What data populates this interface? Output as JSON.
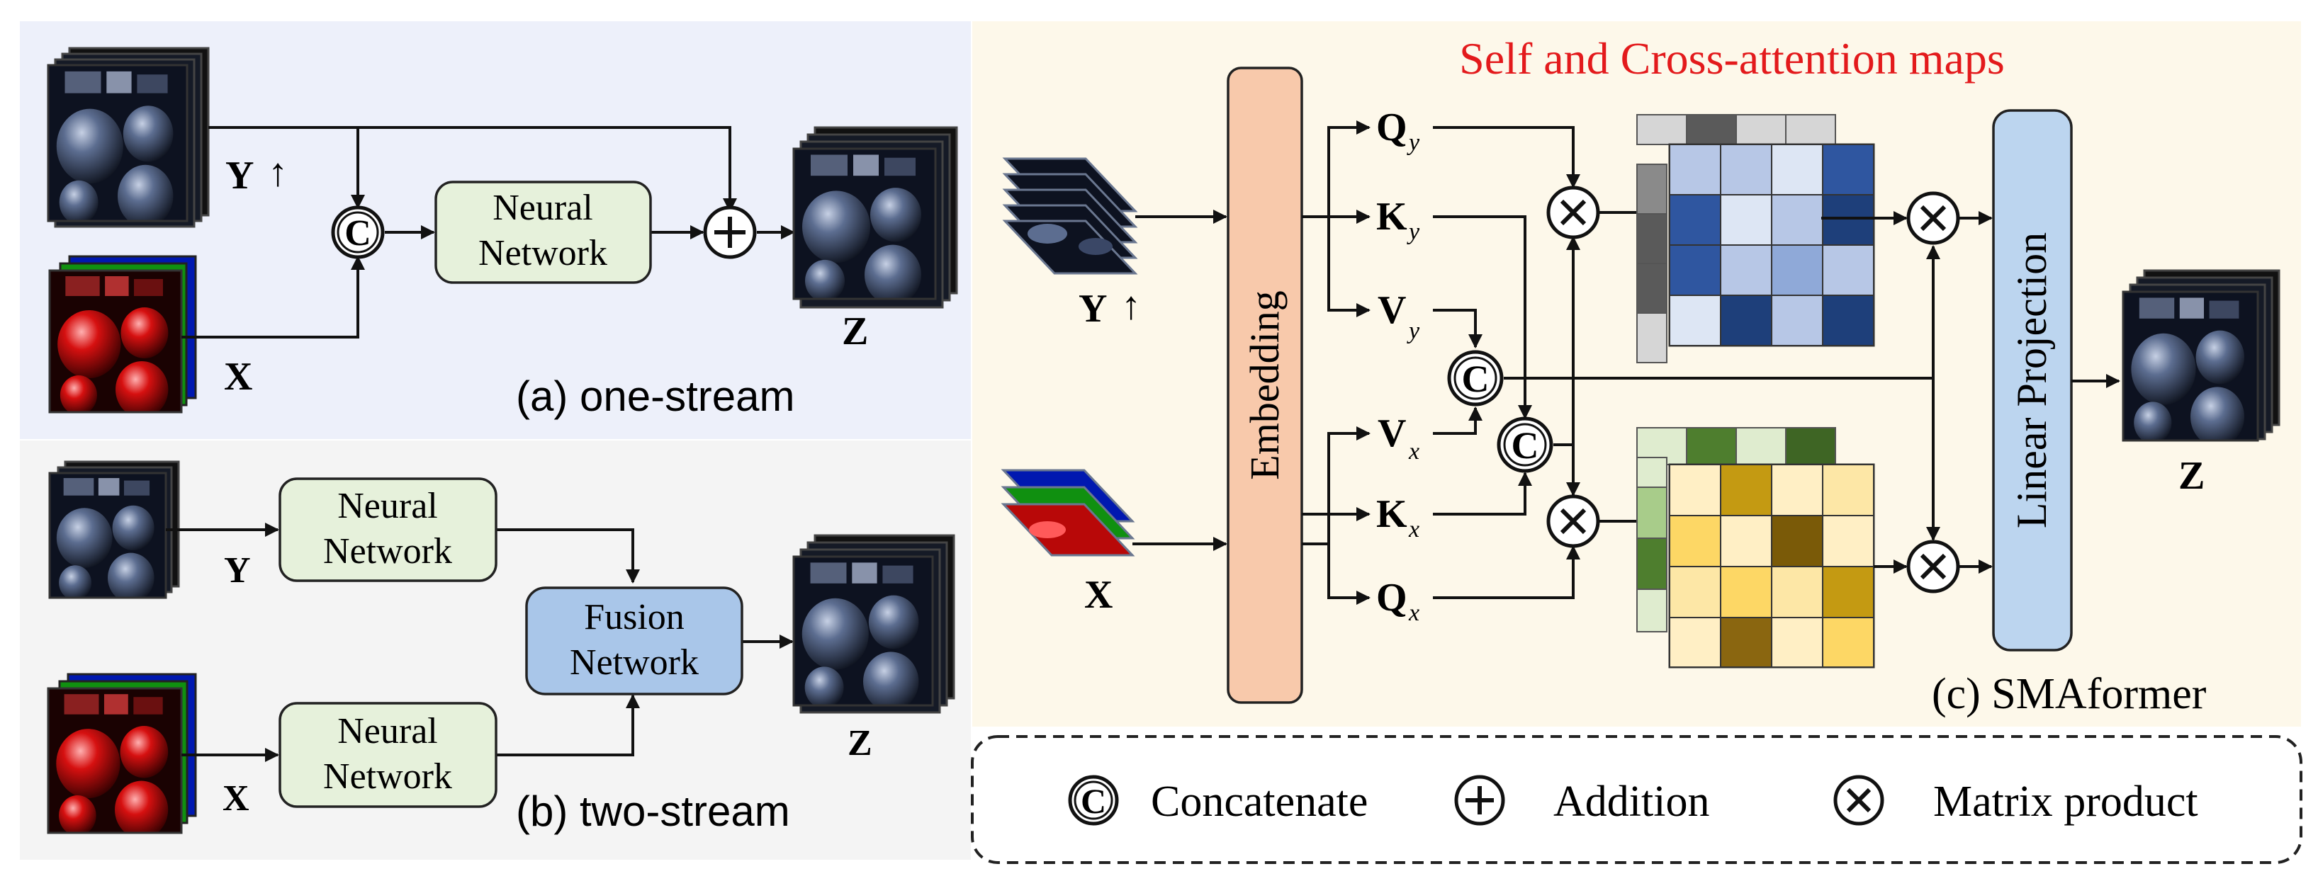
{
  "colors": {
    "panel_a": "#edf0fa",
    "panel_b": "#f4f4f4",
    "panel_c": "#fdf8ea",
    "neural_network_box": "#e6f1db",
    "fusion_box": "#a9c6e9",
    "embedding_box": "#f8c9ab",
    "linear_projection_box": "#bcd5ef",
    "title_red": "#e31a1c"
  },
  "icons": [
    "concat-icon",
    "add-icon",
    "matrix-product-icon",
    "image-stack-icon"
  ],
  "panel_a": {
    "caption": "(a) one-stream",
    "label_y": "Y",
    "label_y_arrow": "↑",
    "label_x": "X",
    "label_z": "Z",
    "nn_line1": "Neural",
    "nn_line2": "Network"
  },
  "panel_b": {
    "caption": "(b) two-stream",
    "label_y": "Y",
    "label_x": "X",
    "label_z": "Z",
    "nn_top_line1": "Neural",
    "nn_top_line2": "Network",
    "nn_bottom_line1": "Neural",
    "nn_bottom_line2": "Network",
    "fusion_line1": "Fusion",
    "fusion_line2": "Network"
  },
  "panel_c": {
    "title": "Self and Cross-attention maps",
    "caption": "(c) SMAformer",
    "label_y": "Y",
    "label_y_arrow": "↑",
    "label_x": "X",
    "label_z": "Z",
    "embedding": "Embedding",
    "linear_projection": "Linear Projection",
    "q": "Q",
    "k": "K",
    "v": "V",
    "sub_y": "y",
    "sub_x": "x"
  },
  "legend": {
    "concat": "Concatenate",
    "add": "Addition",
    "matprod": "Matrix product"
  }
}
